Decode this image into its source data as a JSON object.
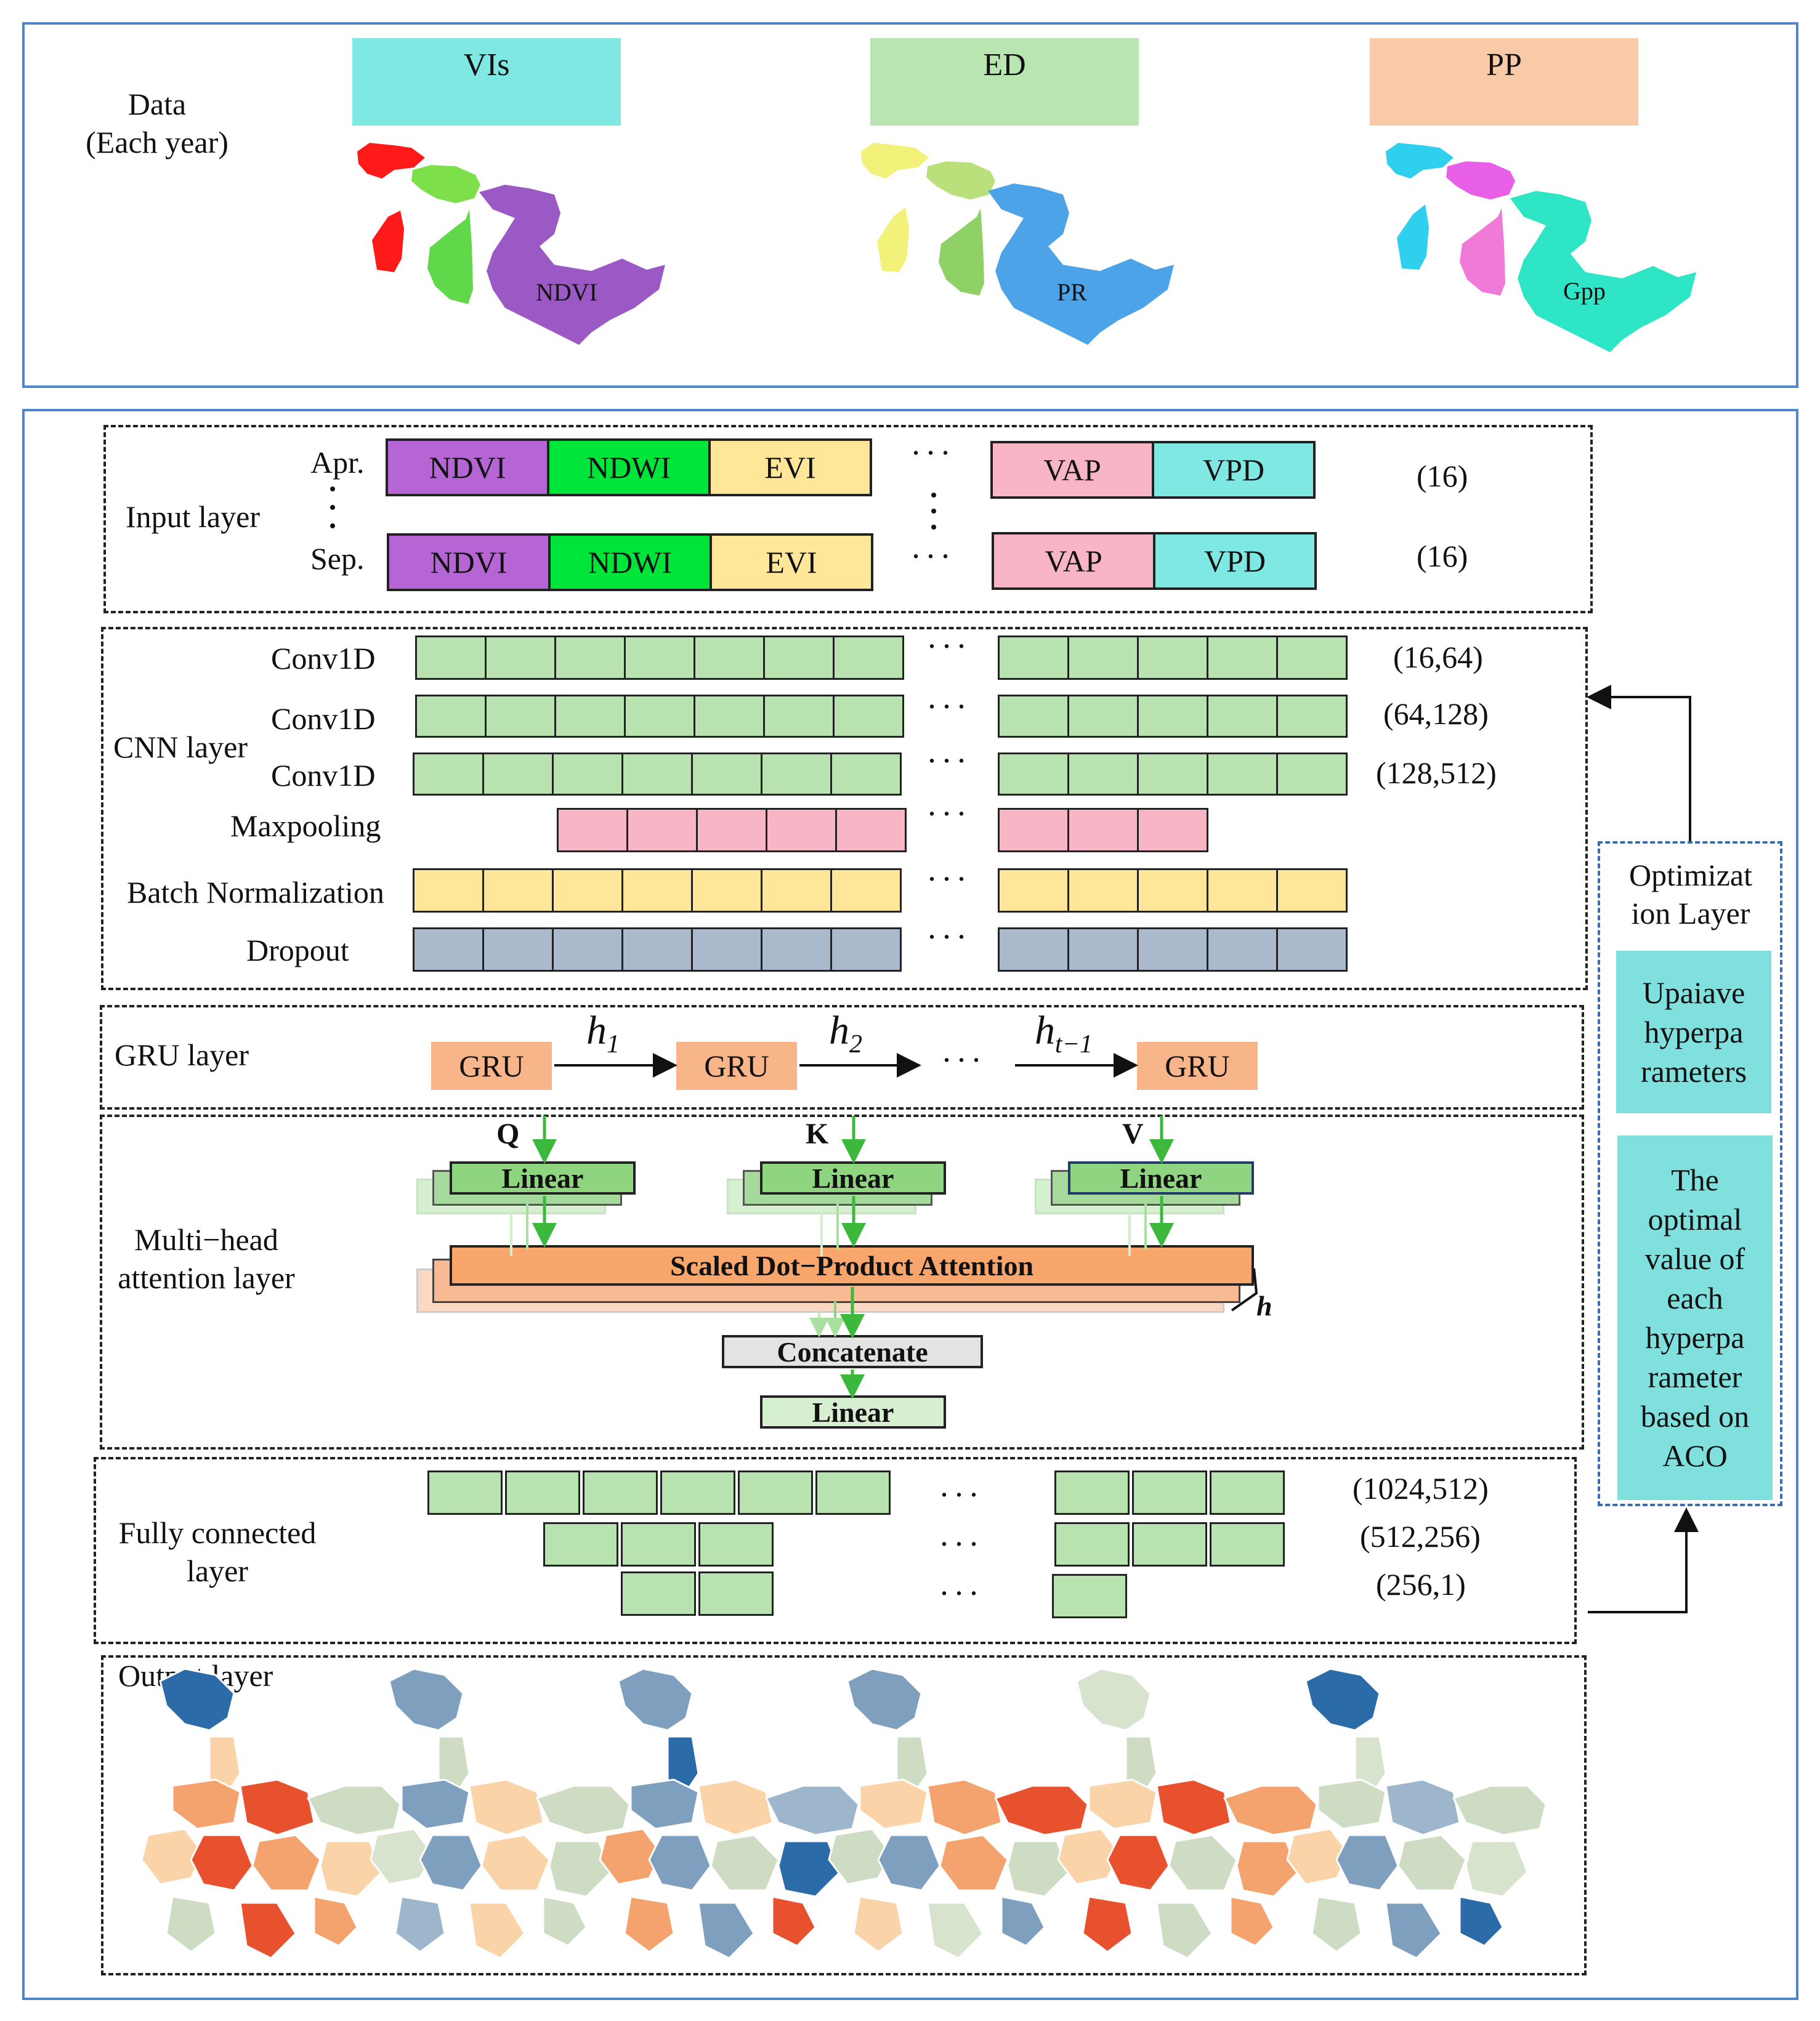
{
  "data_panel": {
    "title_line1": "Data",
    "title_line2": "(Each year)",
    "groups": [
      {
        "header": "VIs",
        "map_label": "NDVI",
        "colors": [
          "#ff1a1a",
          "#7de04a",
          "#5fd94a",
          "#9b59c6"
        ],
        "header_color": "#7fe8e3"
      },
      {
        "header": "ED",
        "map_label": "PR",
        "colors": [
          "#f2f27a",
          "#b9e07a",
          "#8fd166",
          "#4da3e8"
        ],
        "header_color": "#b9e6b0"
      },
      {
        "header": "PP",
        "map_label": "Gpp",
        "colors": [
          "#2ed0ee",
          "#e860e8",
          "#f07ad8",
          "#2ee6c6"
        ],
        "header_color": "#f9caa7"
      }
    ]
  },
  "input_layer": {
    "label": "Input layer",
    "months": [
      "Apr.",
      "Sep."
    ],
    "features_left": [
      "NDVI",
      "NDWI",
      "EVI"
    ],
    "features_right": [
      "VAP",
      "VPD"
    ],
    "dims": [
      "(16)",
      "(16)"
    ],
    "colors": {
      "NDVI": "#b566d4",
      "NDWI": "#00e53a",
      "EVI": "#ffe699",
      "VAP": "#f7b5c5",
      "VPD": "#7fe8e3"
    }
  },
  "cnn_layer": {
    "label": "CNN layer",
    "rows": [
      {
        "name": "Conv1D",
        "dim": "(16,64)",
        "color": "#b8e3b0"
      },
      {
        "name": "Conv1D",
        "dim": "(64,128)",
        "color": "#b8e3b0"
      },
      {
        "name": "Conv1D",
        "dim": "(128,512)",
        "color": "#b8e3b0"
      },
      {
        "name": "Maxpooling",
        "dim": "",
        "color": "#f7b5c5"
      },
      {
        "name": "Batch Normalization",
        "dim": "",
        "color": "#ffe699"
      },
      {
        "name": "Dropout",
        "dim": "",
        "color": "#aab9cc"
      }
    ]
  },
  "gru_layer": {
    "label": "GRU layer",
    "cell_label": "GRU",
    "states": [
      "h",
      "h",
      "h"
    ],
    "state_subs": [
      "1",
      "2",
      "t−1"
    ]
  },
  "attention_layer": {
    "label_line1": "Multi−head",
    "label_line2": "attention layer",
    "inputs": [
      "Q",
      "K",
      "V"
    ],
    "linear_label": "Linear",
    "attention_label": "Scaled Dot−Product Attention",
    "heads_label": "h",
    "concat_label": "Concatenate",
    "output_linear_label": "Linear"
  },
  "fc_layer": {
    "label_line1": "Fully connected",
    "label_line2": "layer",
    "dims": [
      "(1024,512)",
      "(512,256)",
      "(256,1)"
    ]
  },
  "output_layer": {
    "label": "Output layer"
  },
  "optimization_layer": {
    "title_line1": "Optimizat",
    "title_line2": "ion Layer",
    "box1": [
      "Upaiave",
      "hyperpa",
      "rameters"
    ],
    "box2": [
      "The",
      "optimal",
      "value of",
      "each",
      "hyperpa",
      "rameter",
      "based on",
      "ACO"
    ]
  },
  "ellipsis": "···"
}
